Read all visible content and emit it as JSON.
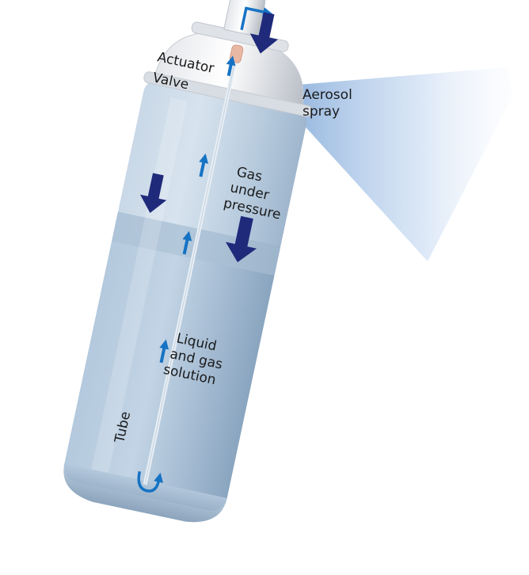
{
  "labels": {
    "actuator": "Actuator",
    "valve": "Valve",
    "aerosol_line1": "Aerosol",
    "aerosol_line2": "spray",
    "gas_line1": "Gas",
    "gas_line2": "under",
    "gas_line3": "pressure",
    "liquid_line1": "Liquid",
    "liquid_line2": "and gas",
    "liquid_line3": "solution",
    "tube": "Tube"
  },
  "colors": {
    "pressure_arrow": "#1f2a7a",
    "flow_arrow": "#1673c4",
    "can_body": "#b9cde0",
    "liquid": "#a4bed8",
    "spray": "#9fc0e6"
  }
}
